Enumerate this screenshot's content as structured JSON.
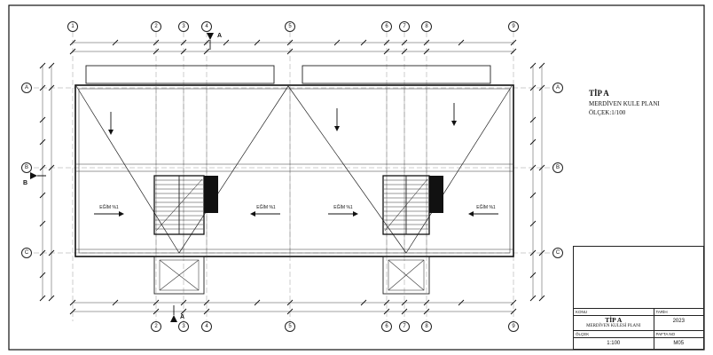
{
  "sheet": {
    "bg": "#ffffff",
    "line_color": "#1a1a1a"
  },
  "grid": {
    "top": [
      "1",
      "2",
      "3",
      "4",
      "5",
      "6",
      "7",
      "8",
      "9"
    ],
    "bottom": [
      "2",
      "3",
      "4",
      "5",
      "6",
      "7",
      "8",
      "9"
    ],
    "left": [
      "A",
      "B",
      "C"
    ],
    "right": [
      "A",
      "B",
      "C"
    ]
  },
  "section_markers": {
    "top": "A",
    "bottom": "A",
    "left": "B"
  },
  "annotation": {
    "line1": "TİP A",
    "line2": "MERDİVEN KULE PLANI",
    "line3": "ÖLÇEK:1/100"
  },
  "slopes": [
    "EĞİM %1",
    "EĞİM %1",
    "EĞİM %1",
    "EĞİM %1"
  ],
  "title_block": {
    "konu_label": "KONU",
    "tarih_label": "TARİH",
    "tarih_value": "2023",
    "title_line1": "TİP A",
    "title_line2": "MERDİVEN KULESİ PLANI",
    "olcek_label": "ÖLÇEK",
    "olcek_value": "1:100",
    "pafta_label": "PAFTA NO",
    "pafta_value": "M05"
  }
}
